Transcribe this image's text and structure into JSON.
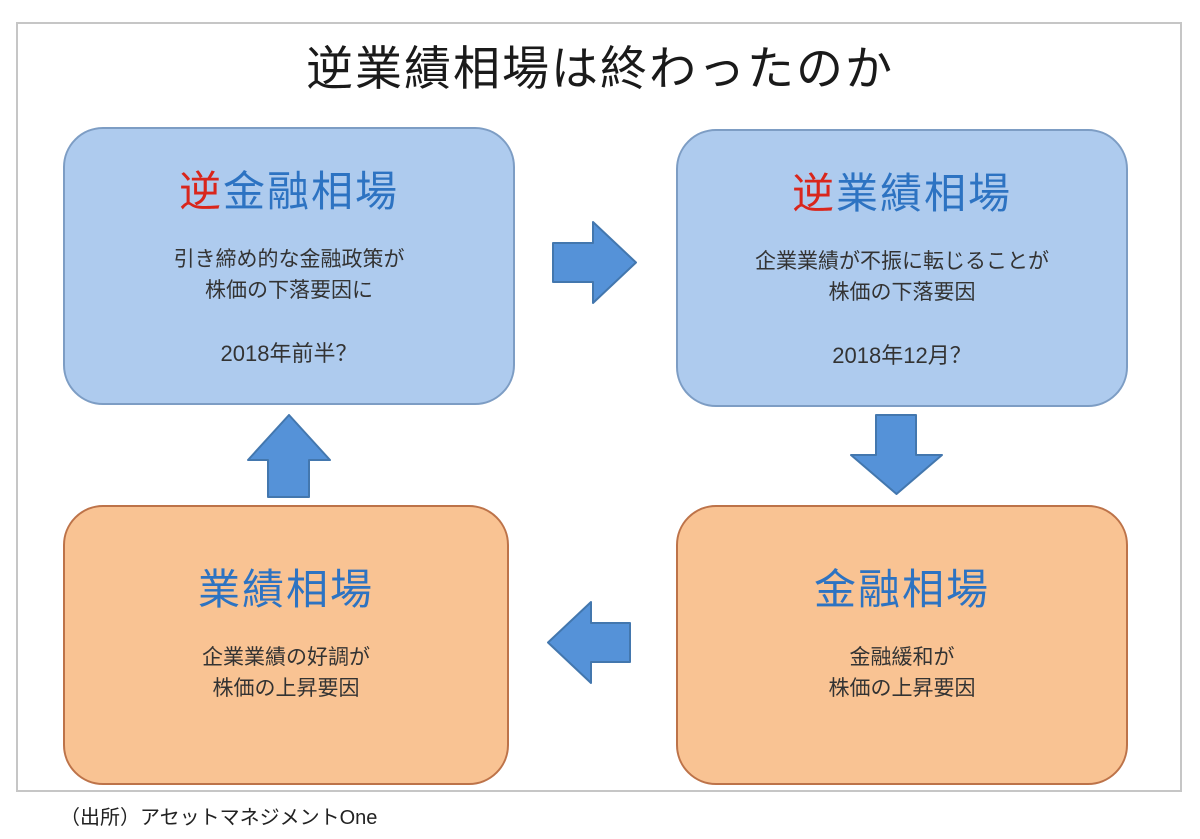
{
  "title": "逆業績相場は終わったのか",
  "source": "（出所）アセットマネジメントOne",
  "boxes": {
    "top_left": {
      "heading_prefix": "逆",
      "heading_rest": "金融相場",
      "body_line1": "引き締め的な金融政策が",
      "body_line2": "株価の下落要因に",
      "date": "2018年前半？"
    },
    "top_right": {
      "heading_prefix": "逆",
      "heading_rest": "業績相場",
      "body_line1": "企業業績が不振に転じることが",
      "body_line2": "株価の下落要因",
      "date": "2018年12月？"
    },
    "bottom_right": {
      "heading": "金融相場",
      "body_line1": "金融緩和が",
      "body_line2": "株価の上昇要因"
    },
    "bottom_left": {
      "heading": "業績相場",
      "body_line1": "企業業績の好調が",
      "body_line2": "株価の上昇要因"
    }
  },
  "icons": {
    "arrow_right": "block-arrow-right",
    "arrow_down": "block-arrow-down",
    "arrow_left": "block-arrow-left",
    "arrow_up": "block-arrow-up"
  },
  "colors": {
    "heading_blue": "#2d73c2",
    "heading_red": "#d9261c",
    "box_blue_fill": "#aecbee",
    "box_blue_border": "#7d9dc4",
    "box_orange_fill": "#f9c393",
    "box_orange_border": "#bd7349",
    "arrow_fill": "#5592d8",
    "arrow_stroke": "#4377ae",
    "title_color": "#1a1a1a",
    "body_color": "#333333",
    "frame_border": "#c6c6c6"
  }
}
